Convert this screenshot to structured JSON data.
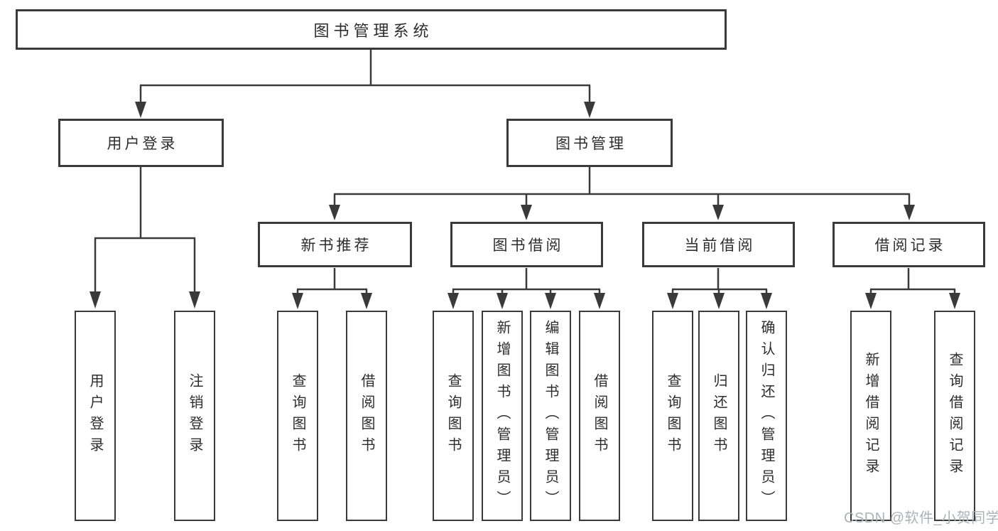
{
  "colors": {
    "line": "#3a3a3a",
    "text": "#2d2d2d",
    "watermark": "#aeb2b7",
    "background": "#ffffff"
  },
  "tree": {
    "label": "图书管理系统",
    "children": [
      {
        "label": "用户登录",
        "children": [
          {
            "label": "用户登录"
          },
          {
            "label": "注销登录"
          }
        ]
      },
      {
        "label": "图书管理",
        "children": [
          {
            "label": "新书推荐",
            "children": [
              {
                "label": "查询图书"
              },
              {
                "label": "借阅图书"
              }
            ]
          },
          {
            "label": "图书借阅",
            "children": [
              {
                "label": "查询图书"
              },
              {
                "label": "新增图书（管理员）"
              },
              {
                "label": "编辑图书（管理员）"
              },
              {
                "label": "借阅图书"
              }
            ]
          },
          {
            "label": "当前借阅",
            "children": [
              {
                "label": "查询图书"
              },
              {
                "label": "归还图书"
              },
              {
                "label": "确认归还（管理员）"
              }
            ]
          },
          {
            "label": "借阅记录",
            "children": [
              {
                "label": "新增借阅记录"
              },
              {
                "label": "查询借阅记录"
              }
            ]
          }
        ]
      }
    ]
  },
  "watermark": "CSDN @软件_小贺同学"
}
